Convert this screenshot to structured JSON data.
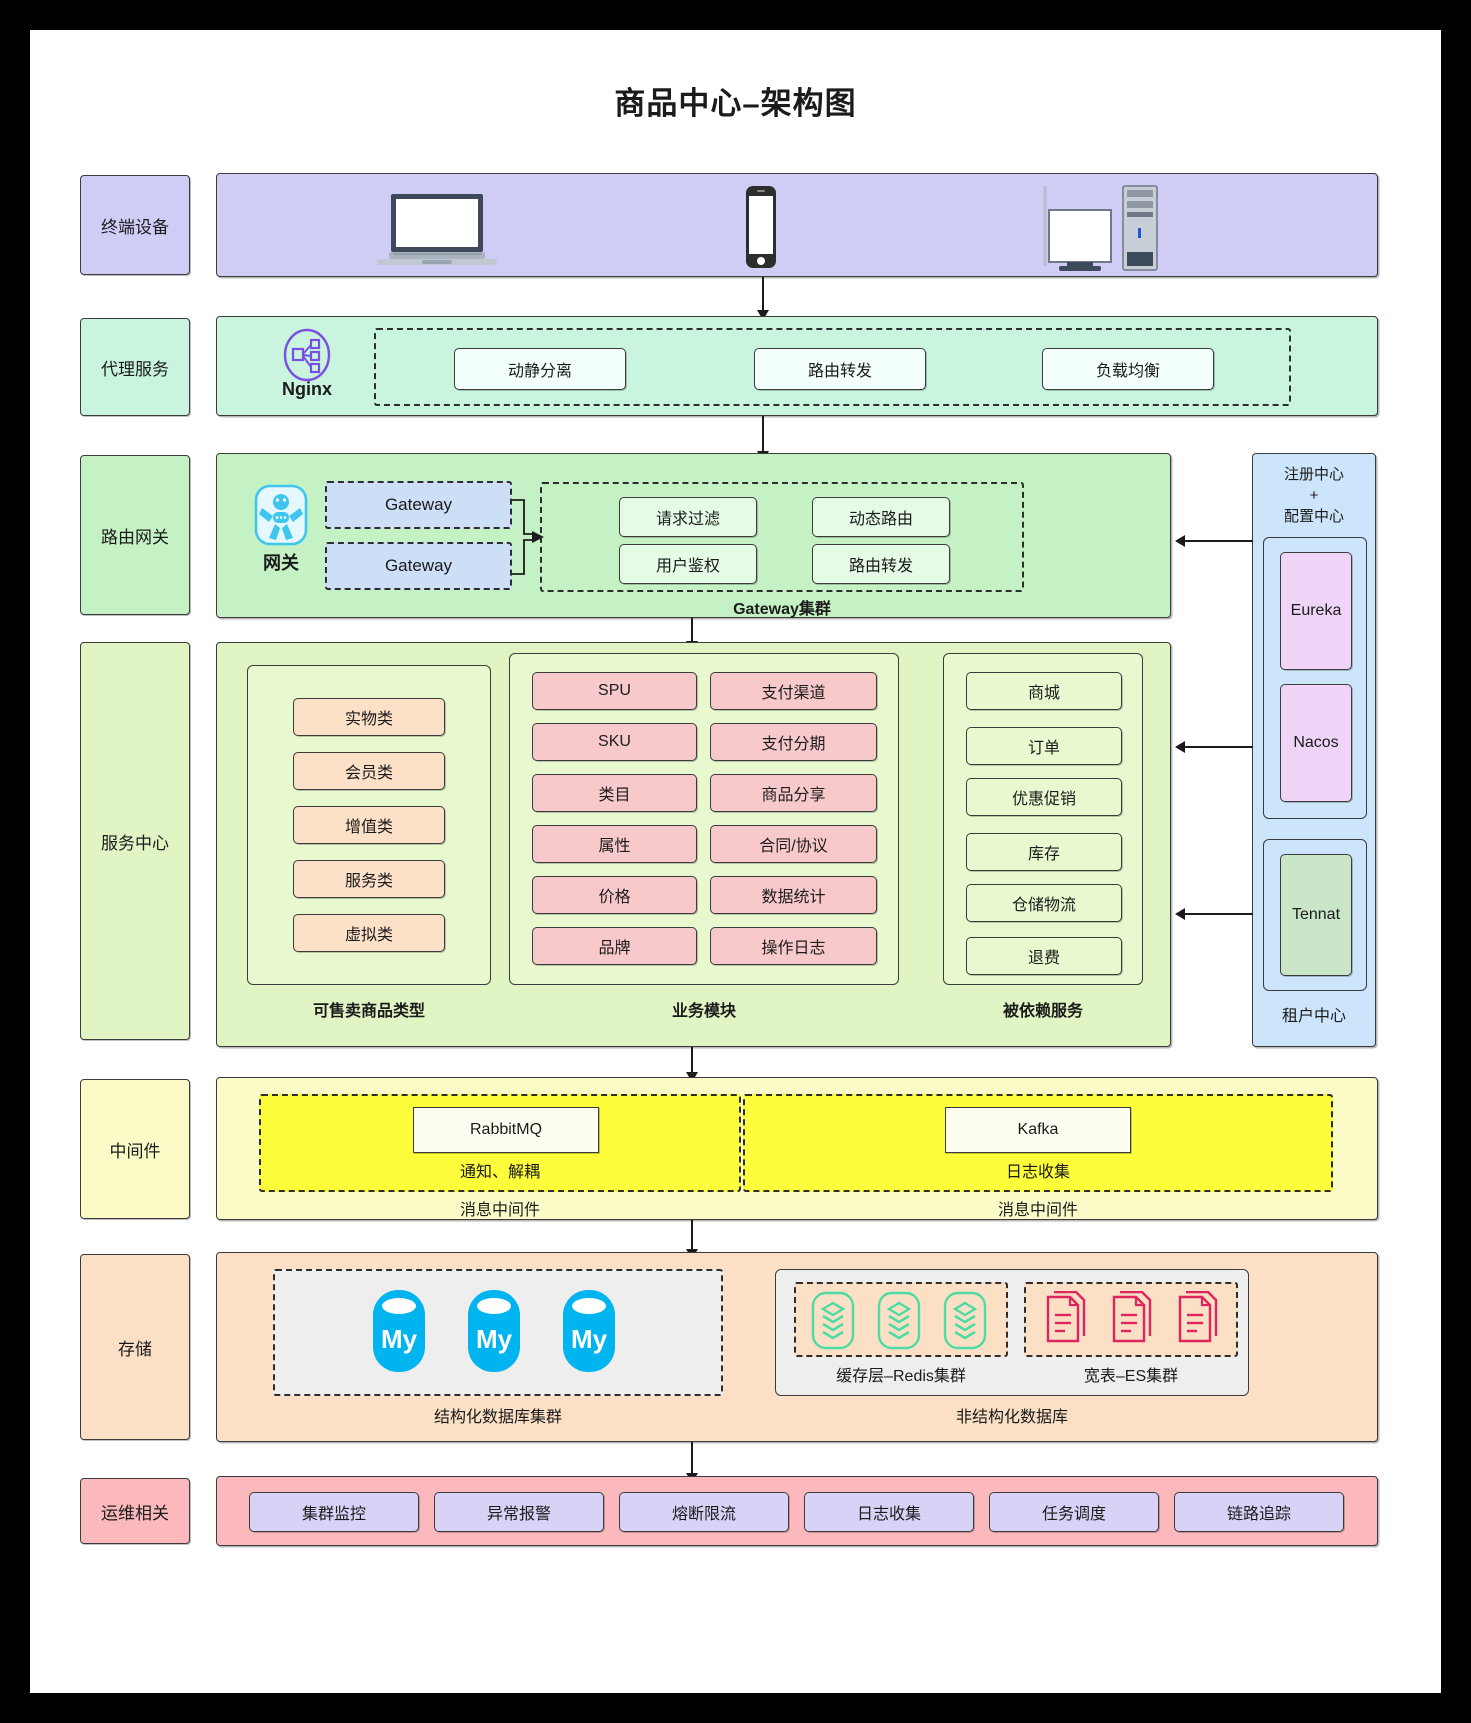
{
  "title": "商品中心–架构图",
  "layers": {
    "terminal": {
      "label": "终端设备",
      "devices": [
        "laptop-icon",
        "phone-icon",
        "desktop-icon"
      ]
    },
    "proxy": {
      "label": "代理服务",
      "product": "Nginx",
      "icon": "nginx-icon",
      "features": [
        "动静分离",
        "路由转发",
        "负载均衡"
      ]
    },
    "gateway": {
      "label": "路由网关",
      "icon": "gateway-icon",
      "icon_label": "网关",
      "nodes": [
        "Gateway",
        "Gateway"
      ],
      "cluster_caption": "Gateway集群",
      "features": [
        "请求过滤",
        "动态路由",
        "用户鉴权",
        "路由转发"
      ]
    },
    "service": {
      "label": "服务中心",
      "groups": [
        {
          "caption": "可售卖商品类型",
          "items": [
            "实物类",
            "会员类",
            "增值类",
            "服务类",
            "虚拟类"
          ]
        },
        {
          "caption": "业务模块",
          "col1": [
            "SPU",
            "SKU",
            "类目",
            "属性",
            "价格",
            "品牌"
          ],
          "col2": [
            "支付渠道",
            "支付分期",
            "商品分享",
            "合同/协议",
            "数据统计",
            "操作日志"
          ]
        },
        {
          "caption": "被依赖服务",
          "items": [
            "商城",
            "订单",
            "优惠促销",
            "库存",
            "仓储物流",
            "退费"
          ]
        }
      ]
    },
    "registry": {
      "title_line1": "注册中心",
      "title_line2": "+",
      "title_line3": "配置中心",
      "items": [
        "Eureka",
        "Nacos"
      ],
      "tenant_item": "Tennat",
      "tenant_caption": "租户中心"
    },
    "middleware": {
      "label": "中间件",
      "blocks": [
        {
          "name": "RabbitMQ",
          "sub": "通知、解耦",
          "caption": "消息中间件"
        },
        {
          "name": "Kafka",
          "sub": "日志收集",
          "caption": "消息中间件"
        }
      ]
    },
    "storage": {
      "label": "存储",
      "sql_caption": "结构化数据库集群",
      "sql_icons": [
        "mysql-icon",
        "mysql-icon",
        "mysql-icon"
      ],
      "nosql_caption": "非结构化数据库",
      "nosql_groups": [
        {
          "caption": "缓存层–Redis集群",
          "icons": [
            "redis-icon",
            "redis-icon",
            "redis-icon"
          ]
        },
        {
          "caption": "宽表–ES集群",
          "icons": [
            "es-icon",
            "es-icon",
            "es-icon"
          ]
        }
      ]
    },
    "ops": {
      "label": "运维相关",
      "items": [
        "集群监控",
        "异常报警",
        "熔断限流",
        "日志收集",
        "任务调度",
        "链路追踪"
      ]
    }
  },
  "colors": {
    "terminal_band": "#cfcdf6",
    "proxy_band": "#c9f5df",
    "gateway_band": "#c4f2c4",
    "service_band": "#e1f5c4",
    "registry_band": "#cce5fb",
    "middleware_band": "#fbfbc8",
    "storage_band": "#fbe0c6",
    "ops_band": "#fbb9bd",
    "chip_purple": "#d9d2f7",
    "chip_pink": "#f8c9cb",
    "chip_peach": "#fce0c8",
    "chip_violet": "#efd4f8",
    "chip_green": "#c9e6c9",
    "chip_blue": "#ccdff7",
    "mysql": "#00b4f0",
    "redis": "#4ddba4",
    "es": "#e0245e",
    "nginx": "#7b4fe0",
    "gateway_icon": "#3ec6f0"
  }
}
